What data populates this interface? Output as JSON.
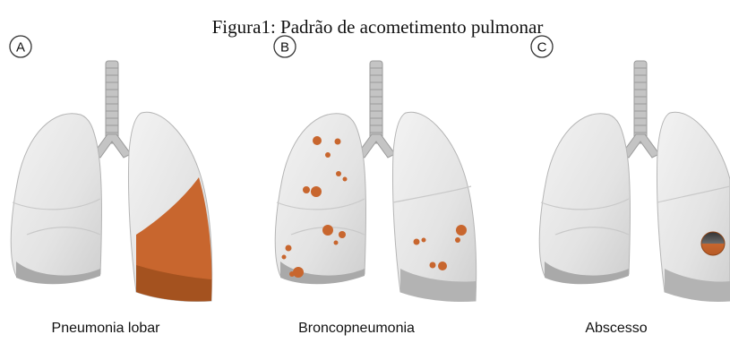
{
  "title": "Figura1: Padrão de acometimento pulmonar",
  "panels": [
    {
      "badge": "A",
      "caption": "Pneumonia lobar"
    },
    {
      "badge": "B",
      "caption": "Broncopneumonia"
    },
    {
      "badge": "C",
      "caption": "Abscesso"
    }
  ],
  "colors": {
    "lung": "#e4e4e4",
    "lung_shadow": "#a9a9a9",
    "lesion": "#c8662e",
    "lesion_dark": "#a4521f",
    "trachea": "#bcbcbc"
  }
}
